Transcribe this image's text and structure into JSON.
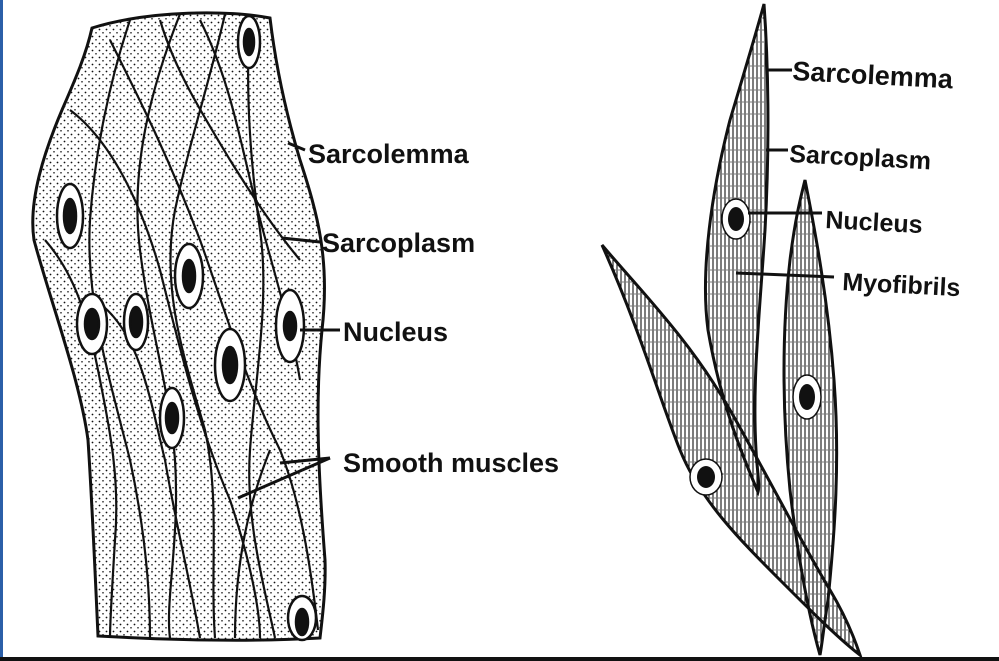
{
  "left_diagram": {
    "labels": {
      "sarcolemma": "Sarcolemma",
      "sarcoplasm": "Sarcoplasm",
      "nucleus": "Nucleus",
      "smooth_muscles": "Smooth muscles"
    }
  },
  "right_diagram": {
    "labels": {
      "sarcolemma": "Sarcolemma",
      "sarcoplasm": "Sarcoplasm",
      "nucleus": "Nucleus",
      "myofibrils": "Myofibrils"
    }
  },
  "colors": {
    "ink": "#111111",
    "background": "#ffffff",
    "frame": "#2b5fa8"
  }
}
